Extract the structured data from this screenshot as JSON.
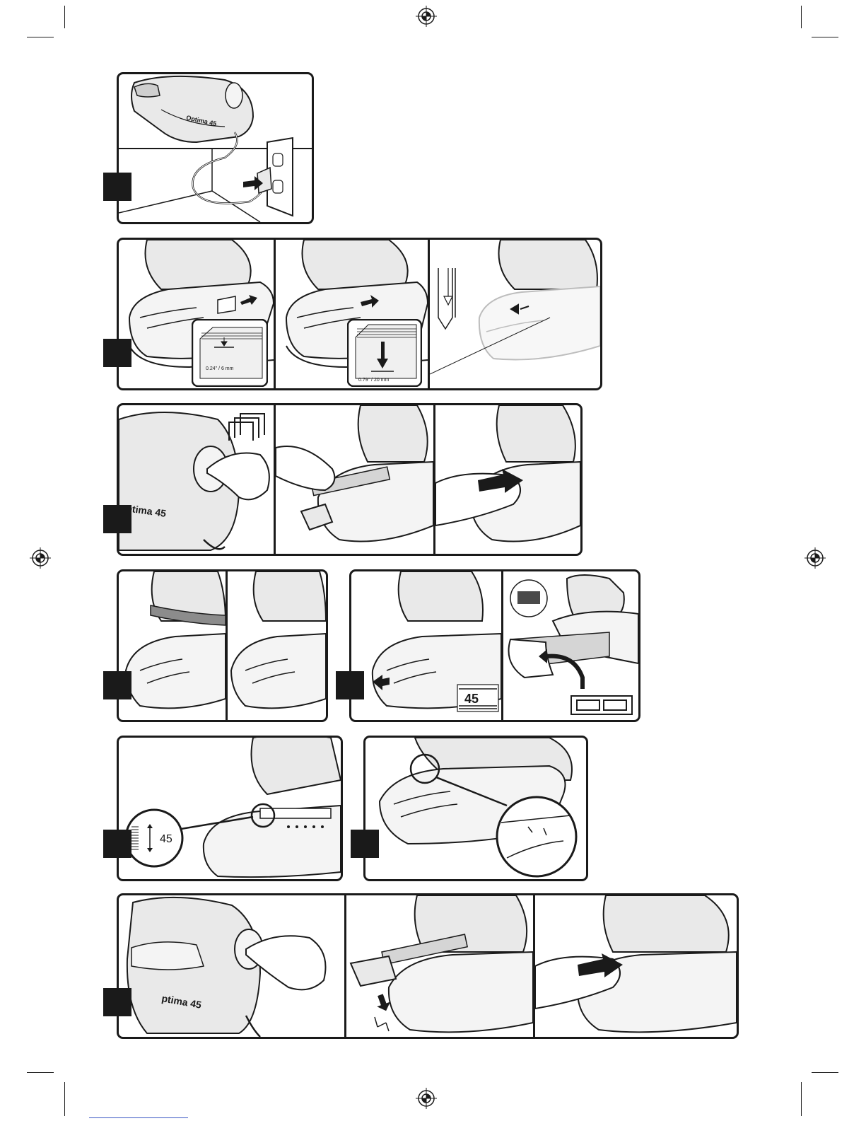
{
  "labels": {
    "brand": "Optima 45",
    "brand_word": "ptima",
    "brand_number": "45",
    "min_thickness": "0.24\" / 6 mm",
    "max_thickness": "0.79\" / 20 mm",
    "staple_size": "45"
  },
  "colors": {
    "ink": "#1a1a1a",
    "device_body": "#e9e9e9",
    "device_shade": "#cfcfcf",
    "highlight_band": "#8c8c8c",
    "link_underline": "#3a56c4"
  },
  "steps": [
    {
      "id": "step-1",
      "panels": 1,
      "topic": "power-connection"
    },
    {
      "id": "step-2",
      "panels": 3,
      "topic": "paper-insertion"
    },
    {
      "id": "step-3",
      "panels": 3,
      "topic": "staple-cartridge-loading"
    },
    {
      "id": "step-4",
      "panels": 2,
      "topic": "low-staple-indicator"
    },
    {
      "id": "step-5",
      "panels": 2,
      "topic": "staple-refill"
    },
    {
      "id": "step-6",
      "panels": 1,
      "topic": "staple-size"
    },
    {
      "id": "step-7",
      "panels": 1,
      "topic": "staple-guide-detail"
    },
    {
      "id": "step-8",
      "panels": 3,
      "topic": "jam-clearing"
    }
  ]
}
